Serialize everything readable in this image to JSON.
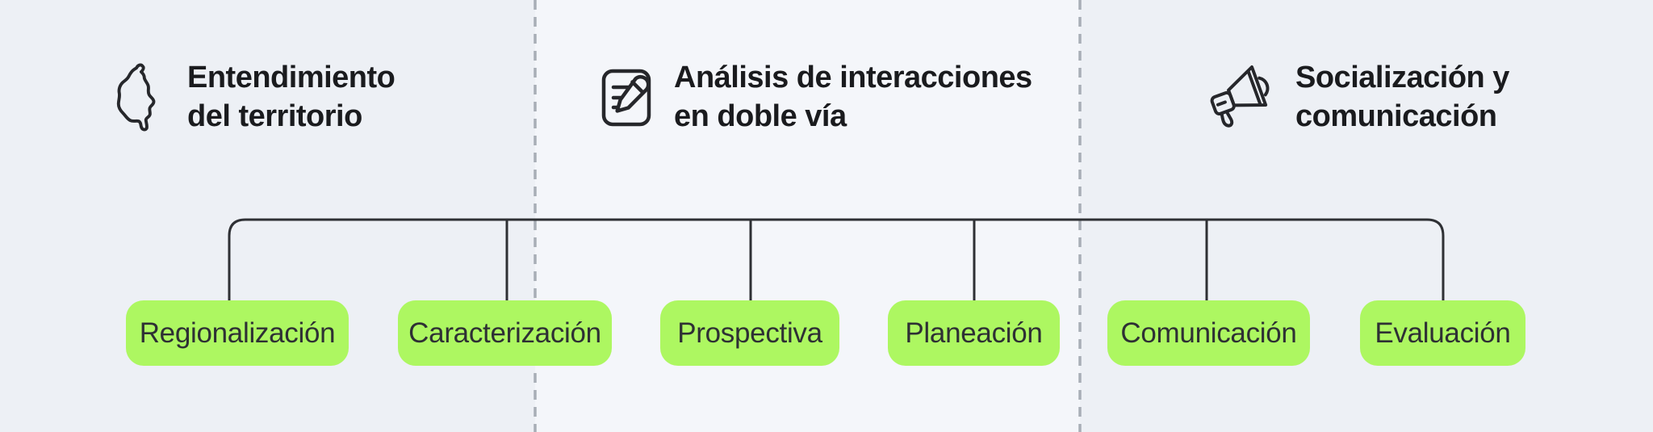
{
  "colors": {
    "background_outer": "#edf0f5",
    "background_middle": "#f4f6fa",
    "divider_gray": "#a8aeb6",
    "connector_dark": "#2e3034",
    "node_green": "#adf761",
    "node_text": "#2e3034",
    "heading_text": "#1a1b1e"
  },
  "sections": [
    {
      "icon": "colombia-map-icon",
      "title_lines": [
        "Entendimiento",
        "del territorio"
      ]
    },
    {
      "icon": "document-edit-icon",
      "title_lines": [
        "Análisis de interacciones",
        "en doble vía"
      ]
    },
    {
      "icon": "megaphone-icon",
      "title_lines": [
        "Socialización y",
        "comunicación"
      ]
    }
  ],
  "nodes": [
    {
      "label": "Regionalización"
    },
    {
      "label": "Caracterización"
    },
    {
      "label": "Prospectiva"
    },
    {
      "label": "Planeación"
    },
    {
      "label": "Comunicación"
    },
    {
      "label": "Evaluación"
    }
  ]
}
